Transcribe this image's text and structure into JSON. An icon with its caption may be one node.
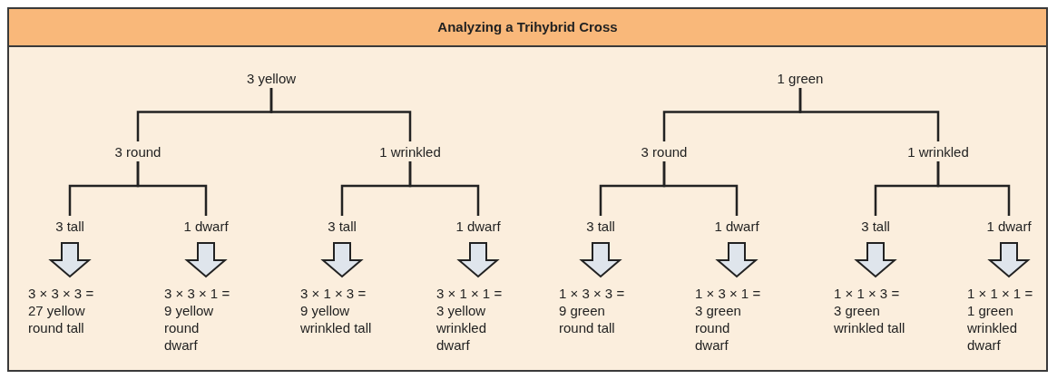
{
  "diagram": {
    "title": "Analyzing a Trihybrid Cross",
    "nodes": [
      {
        "text": [
          "3 yellow"
        ]
      },
      {
        "text": [
          "1 green"
        ]
      },
      {
        "text": [
          "3 round"
        ]
      },
      {
        "text": [
          "1 wrinkled"
        ]
      },
      {
        "text": [
          "3 round"
        ]
      },
      {
        "text": [
          "1 wrinkled"
        ]
      },
      {
        "text": [
          "3 tall"
        ]
      },
      {
        "text": [
          "1 dwarf"
        ]
      },
      {
        "text": [
          "3 tall"
        ]
      },
      {
        "text": [
          "1 dwarf"
        ]
      },
      {
        "text": [
          "3 tall"
        ]
      },
      {
        "text": [
          "1 dwarf"
        ]
      },
      {
        "text": [
          "3 tall"
        ]
      },
      {
        "text": [
          "1 dwarf"
        ]
      },
      {
        "text": [
          "3 × 3 × 3 = 27 yellow round tall"
        ]
      },
      {
        "text": [
          "3 × 3 × 1 = 9 yellow round dwarf"
        ]
      },
      {
        "text": [
          "3 × 1 × 3 = 9 yellow wrinkled tall"
        ]
      },
      {
        "text": [
          "3 × 1 × 1 = 3 yellow wrinkled dwarf"
        ]
      },
      {
        "text": [
          "1 × 3 × 3 = 9 green round tall"
        ]
      },
      {
        "text": [
          "1 × 3 × 1 = 3 green round dwarf"
        ]
      },
      {
        "text": [
          "1 × 1 × 3 = 3 green wrinkled tall"
        ]
      },
      {
        "text": [
          "1 × 1 × 1 = 1 green wrinkled dwarf"
        ]
      }
    ],
    "edges": [
      {
        "from": 0,
        "to": 2,
        "arrow": "none"
      },
      {
        "from": 0,
        "to": 3,
        "arrow": "none"
      },
      {
        "from": 1,
        "to": 4,
        "arrow": "none"
      },
      {
        "from": 1,
        "to": 5,
        "arrow": "none"
      },
      {
        "from": 2,
        "to": 6,
        "arrow": "none"
      },
      {
        "from": 2,
        "to": 7,
        "arrow": "none"
      },
      {
        "from": 3,
        "to": 8,
        "arrow": "none"
      },
      {
        "from": 3,
        "to": 9,
        "arrow": "none"
      },
      {
        "from": 4,
        "to": 10,
        "arrow": "none"
      },
      {
        "from": 4,
        "to": 11,
        "arrow": "none"
      },
      {
        "from": 5,
        "to": 12,
        "arrow": "none"
      },
      {
        "from": 5,
        "to": 13,
        "arrow": "none"
      },
      {
        "from": 6,
        "to": 14,
        "arrow": "to",
        "style": "thick"
      },
      {
        "from": 7,
        "to": 15,
        "arrow": "to",
        "style": "thick"
      },
      {
        "from": 8,
        "to": 16,
        "arrow": "to",
        "style": "thick"
      },
      {
        "from": 9,
        "to": 17,
        "arrow": "to",
        "style": "thick"
      },
      {
        "from": 10,
        "to": 18,
        "arrow": "to",
        "style": "thick"
      },
      {
        "from": 11,
        "to": 19,
        "arrow": "to",
        "style": "thick"
      },
      {
        "from": 12,
        "to": 20,
        "arrow": "to",
        "style": "thick"
      },
      {
        "from": 13,
        "to": 21,
        "arrow": "to",
        "style": "thick"
      }
    ]
  }
}
